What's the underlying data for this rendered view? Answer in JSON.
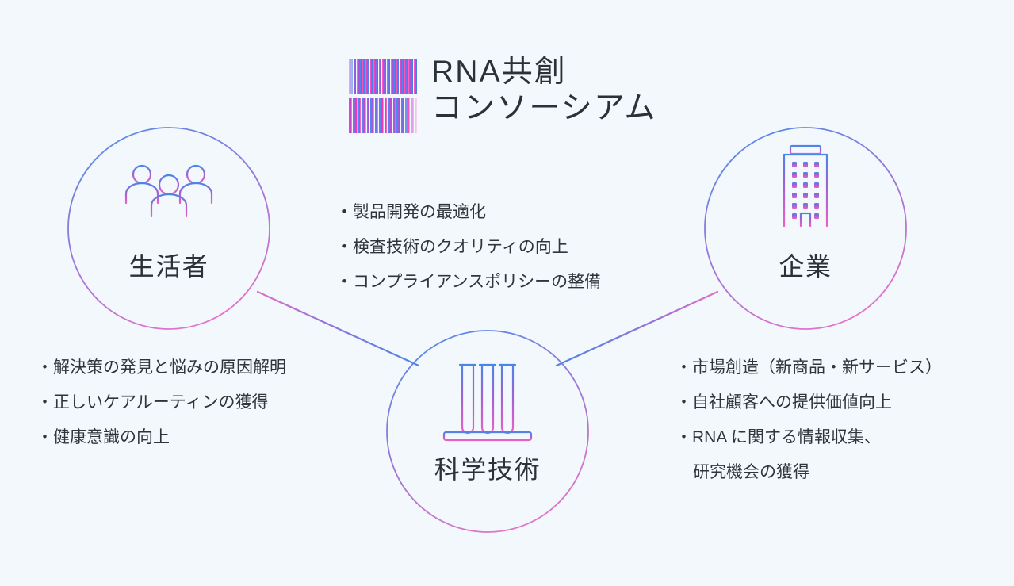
{
  "page": {
    "background_color": "#f3f8fc",
    "text_color": "#2b3137",
    "accent_blue": "#4a86e8",
    "accent_pink": "#ec5fc0",
    "accent_purple": "#9b63d3"
  },
  "logo": {
    "mark_name": "barcode-logo-mark",
    "title_line1": "RNA共創",
    "title_line2": "コンソーシアム"
  },
  "nodes": [
    {
      "id": "consumer",
      "label": "生活者",
      "icon": "people-group-icon"
    },
    {
      "id": "company",
      "label": "企業",
      "icon": "office-building-icon"
    },
    {
      "id": "science",
      "label": "科学技術",
      "icon": "test-tube-rack-icon"
    }
  ],
  "bullets_center": {
    "lines": [
      "・製品開発の最適化",
      "・検査技術のクオリティの向上",
      "・コンプライアンスポリシーの整備"
    ]
  },
  "bullets_left": {
    "lines": [
      "・解決策の発見と悩みの原因解明",
      "・正しいケアルーティンの獲得",
      "・健康意識の向上"
    ]
  },
  "bullets_right": {
    "lines": [
      "・市場創造（新商品・新サービス）",
      "・自社顧客への提供価値向上",
      "・RNA に関する情報収集、",
      "研究機会の獲得"
    ]
  }
}
